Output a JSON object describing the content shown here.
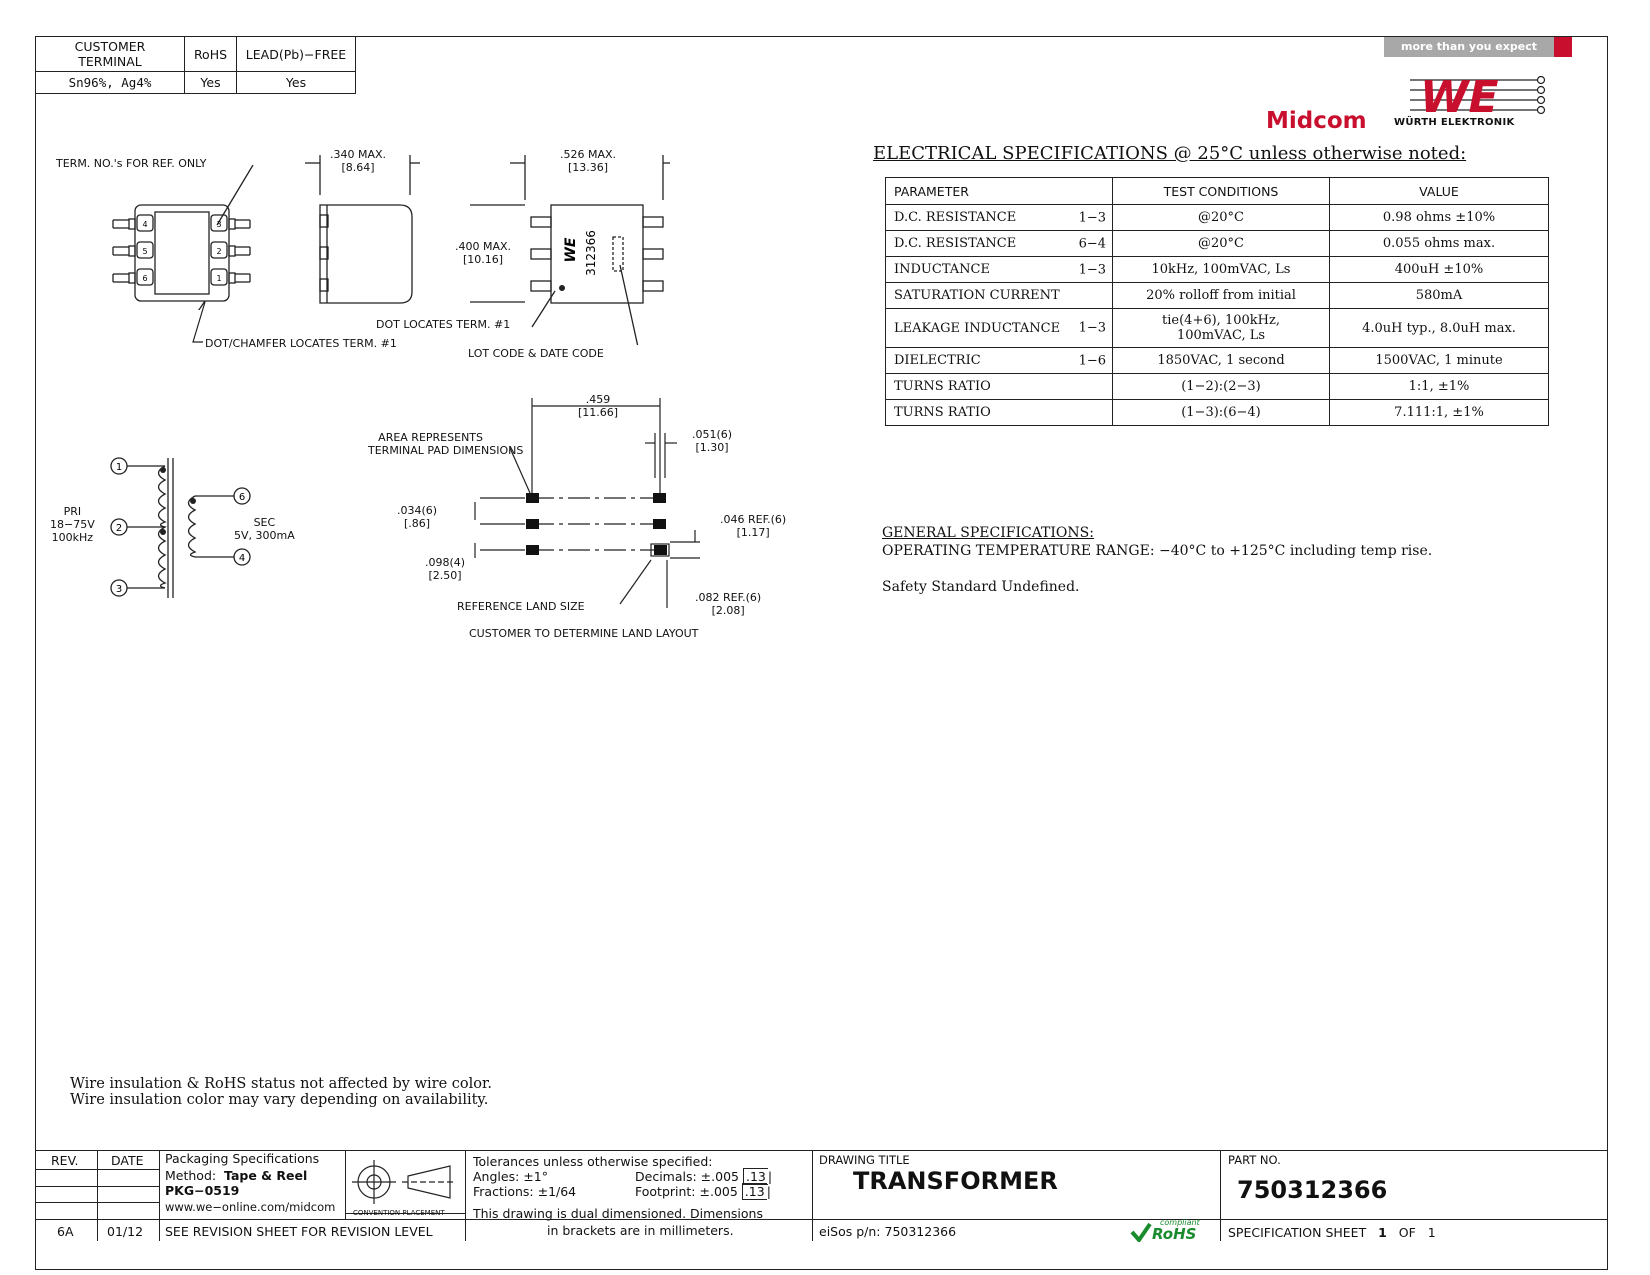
{
  "terminal_table": {
    "headers": [
      "CUSTOMER TERMINAL",
      "RoHS",
      "LEAD(Pb)−FREE"
    ],
    "values": [
      "Sn96%, Ag4%",
      "Yes",
      "Yes"
    ]
  },
  "branding": {
    "tagline": "more than you expect",
    "midcom": "Midcom",
    "we_logo": "WE",
    "wurth": "WÜRTH ELEKTRONIK",
    "brand_red": "#c8102e"
  },
  "drawing": {
    "term_note": "TERM. NO.'s FOR REF. ONLY",
    "pins_left": [
      "4",
      "5",
      "6"
    ],
    "pins_right": [
      "3",
      "2",
      "1"
    ],
    "dot_chamfer": "DOT/CHAMFER LOCATES TERM. #1",
    "width_max": ".340 MAX.",
    "width_max_mm": "[8.64]",
    "length_max": ".526 MAX.",
    "length_max_mm": "[13.36]",
    "height_max": ".400 MAX.",
    "height_max_mm": "[10.16]",
    "part_mark": "312366",
    "dot_locates": "DOT LOCATES TERM. #1",
    "lot_code": "LOT CODE & DATE CODE",
    "pad_span": ".459",
    "pad_span_mm": "[11.66]",
    "pad_width": ".051(6)",
    "pad_width_mm": "[1.30]",
    "area_note_1": "AREA REPRESENTS",
    "area_note_2": "TERMINAL PAD DIMENSIONS",
    "pitch": ".034(6)",
    "pitch_mm": "[.86]",
    "pitch2": ".098(4)",
    "pitch2_mm": "[2.50]",
    "ref1": ".046 REF.(6)",
    "ref1_mm": "[1.17]",
    "ref2": ".082 REF.(6)",
    "ref2_mm": "[2.08]",
    "ref_land": "REFERENCE LAND SIZE",
    "customer_land": "CUSTOMER TO DETERMINE LAND LAYOUT",
    "pri_label": "PRI",
    "pri_voltage": "18−75V",
    "pri_freq": "100kHz",
    "sec_label": "SEC",
    "sec_rating": "5V, 300mA",
    "schem_pins": [
      "1",
      "2",
      "3",
      "6",
      "4"
    ]
  },
  "electrical": {
    "heading": "ELECTRICAL SPECIFICATIONS @ 25°C unless otherwise noted:",
    "headers": [
      "PARAMETER",
      "TEST CONDITIONS",
      "VALUE"
    ],
    "rows": [
      {
        "param": "D.C. RESISTANCE",
        "pins": "1−3",
        "cond": "@20°C",
        "value": "0.98 ohms ±10%"
      },
      {
        "param": "D.C. RESISTANCE",
        "pins": "6−4",
        "cond": "@20°C",
        "value": "0.055 ohms max."
      },
      {
        "param": "INDUCTANCE",
        "pins": "1−3",
        "cond": "10kHz, 100mVAC, Ls",
        "value": "400uH ±10%"
      },
      {
        "param": "SATURATION CURRENT",
        "pins": "",
        "cond": "20% rolloff from initial",
        "value": "580mA"
      },
      {
        "param": "LEAKAGE INDUCTANCE",
        "pins": "1−3",
        "cond": "tie(4+6), 100kHz,",
        "cond2": "100mVAC, Ls",
        "value": "4.0uH typ., 8.0uH max."
      },
      {
        "param": "DIELECTRIC",
        "pins": "1−6",
        "cond": "1850VAC, 1 second",
        "value": "1500VAC, 1 minute"
      },
      {
        "param": "TURNS RATIO",
        "pins": "",
        "cond": "(1−2):(2−3)",
        "value": "1:1, ±1%"
      },
      {
        "param": "TURNS RATIO",
        "pins": "",
        "cond": "(1−3):(6−4)",
        "value": "7.111:1, ±1%"
      }
    ]
  },
  "general": {
    "heading": "GENERAL SPECIFICATIONS:",
    "operating": "OPERATING TEMPERATURE RANGE: −40°C to +125°C including temp rise.",
    "safety": "Safety Standard Undefined."
  },
  "notes": [
    "Wire insulation & RoHS status not affected by wire color.",
    "Wire insulation color may vary depending on availability."
  ],
  "title_block": {
    "rev_label": "REV.",
    "date_label": "DATE",
    "rev": "6A",
    "date": "01/12",
    "pkg_title": "Packaging Specifications",
    "method_label": "Method:",
    "method": "Tape & Reel",
    "pkg": "PKG−0519",
    "website": "www.we−online.com/midcom",
    "convention": "CONVENTION PLACEMENT",
    "revision_note": "SEE REVISION SHEET FOR REVISION LEVEL",
    "tol_title": "Tolerances unless otherwise specified:",
    "angles": "Angles: ±1°",
    "fractions": "Fractions: ±1/64",
    "decimals": "Decimals: ±.005",
    "decimals_mm": ".13",
    "footprint": "Footprint: ±.005",
    "footprint_mm": ".13",
    "dual_1": "This drawing is dual dimensioned. Dimensions",
    "dual_2": "in brackets are in millimeters.",
    "drawing_title_label": "DRAWING TITLE",
    "drawing_title": "TRANSFORMER",
    "eisos": "eiSos p/n: 750312366",
    "rohs_compliant": "compliant",
    "rohs": "RoHS",
    "part_no_label": "PART NO.",
    "part_no": "750312366",
    "sheet_label": "SPECIFICATION SHEET",
    "sheet": "1",
    "of": "OF",
    "sheets": "1"
  }
}
